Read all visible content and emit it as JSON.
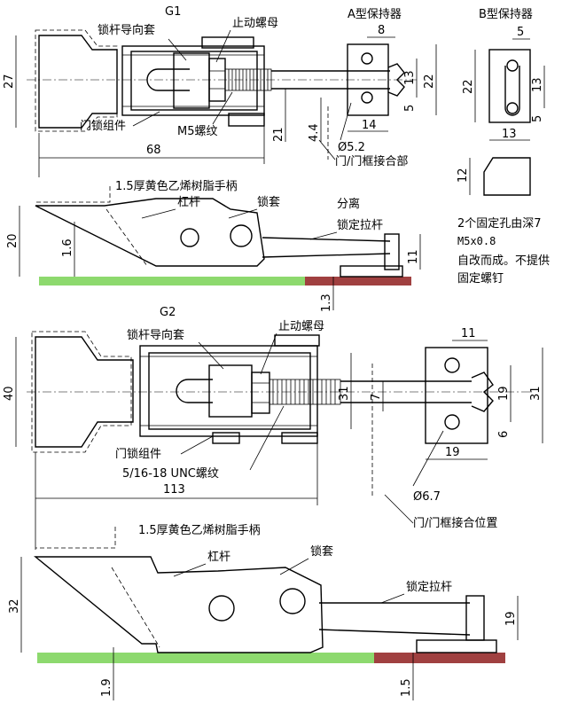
{
  "colors": {
    "base_frame": "#8dd96e",
    "base_door": "#a04040",
    "line": "#000000"
  },
  "g1": {
    "title": "G1",
    "guide_sleeve": "锁杆导向套",
    "stop_nut": "止动螺母",
    "holder_a": "A型保持器",
    "holder_b": "B型保持器",
    "latch_assembly": "门锁组件",
    "thread": "M5螺纹",
    "door_joint": "门/门框接合部",
    "handle_note": "1.5厚黄色乙烯树脂手柄",
    "lever": "杠杆",
    "sleeve": "锁套",
    "separate": "分离",
    "pull_rod": "锁定拉杆",
    "note1": "2个固定孔由深7",
    "note2": "M5x0.8",
    "note3": "自改而成。不提供",
    "note4": "固定螺钉",
    "dims": {
      "d27": "27",
      "d68": "68",
      "d21": "21",
      "d44": "4.4",
      "d8": "8",
      "d14": "14",
      "d13a": "13",
      "d22a": "22",
      "d5a": "5",
      "d52": "Ø5.2",
      "d5b": "5",
      "d22b": "22",
      "d13b": "13",
      "d13c": "13",
      "d5c": "5",
      "d12": "12",
      "d20": "20",
      "d16": "1.6",
      "d11": "11",
      "d13d": "1.3"
    }
  },
  "g2": {
    "title": "G2",
    "guide_sleeve": "锁杆导向套",
    "stop_nut": "止动螺母",
    "latch_assembly": "门锁组件",
    "thread": "5/16-18 UNC螺纹",
    "door_joint": "门/门框接合位置",
    "handle_note": "1.5厚黄色乙烯树脂手柄",
    "lever": "杠杆",
    "sleeve": "锁套",
    "pull_rod": "锁定拉杆",
    "dims": {
      "d40": "40",
      "d113": "113",
      "d31a": "31",
      "d7": "7",
      "d11": "11",
      "d19a": "19",
      "d31b": "31",
      "d6": "6",
      "d19b": "19",
      "d67": "Ø6.7",
      "d32": "32",
      "d19c": "1.9",
      "d15": "1.5",
      "d19d": "19"
    }
  }
}
